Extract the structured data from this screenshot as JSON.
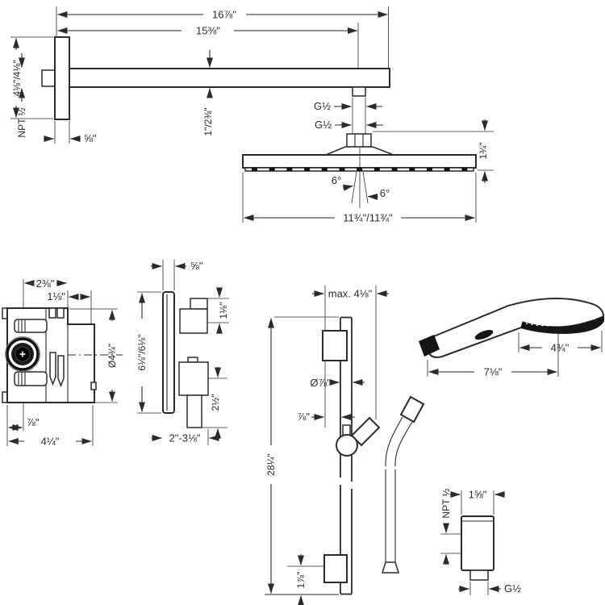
{
  "ink_color": "#2b2b2b",
  "shower_arm": {
    "overall_length": "16⅞\"",
    "length_to_outlet": "15⅜\"",
    "flange_height": "4⅛\"/4⅛\"",
    "wall_thread": "NPT ½",
    "flange_depth": "⅝\"",
    "arm_profile": "1\"/2⅜\"",
    "outlet_thread_arm": "G½",
    "outlet_thread_head": "G½"
  },
  "shower_head": {
    "width": "11¾\"/11¾\"",
    "height": "1¾\"",
    "spray_angle_left": "6°",
    "spray_angle_right": "6°"
  },
  "rough_valve": {
    "top_offset": "2⅜\"",
    "top_right_offset": "1⅛\"",
    "cutout_diameter": "Ø4¾\"",
    "center_offset": "⅞\"",
    "body_width": "4¼\""
  },
  "valve_trim": {
    "plate_depth": "⅝\"",
    "upper_handle_depth": "1⅛\"",
    "plate_height": "6⅛\"/6⅛\"",
    "lower_handle_depth": "2½\"",
    "projection_range": "2\"-3⅛\""
  },
  "slide_bar": {
    "holder_reach": "max. 4⅛\"",
    "bar_diameter": "Ø⅞\"",
    "wall_clearance": "⅞\"",
    "bar_length": "28¼\"",
    "bottom_height": "1⅞\""
  },
  "hand_shower": {
    "head_length": "4¾\"",
    "total_length": "7⅛\""
  },
  "wall_outlet": {
    "body_width": "1⅝\"",
    "wall_thread": "NPT ½",
    "hose_thread": "G½"
  }
}
